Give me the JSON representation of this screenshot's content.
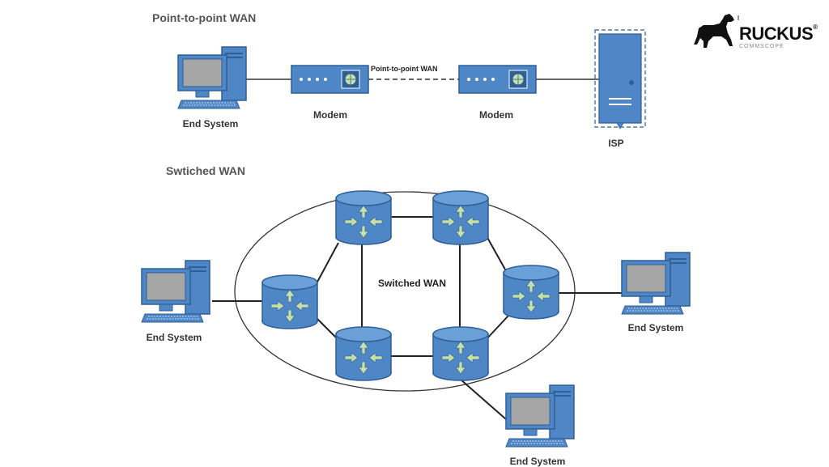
{
  "point_to_point": {
    "title": "Point-to-point WAN",
    "end_system_label": "End System",
    "modem_left_label": "Modem",
    "modem_right_label": "Modem",
    "link_label": "Point-to-point WAN",
    "isp_label": "ISP"
  },
  "switched": {
    "title": "Swtiched WAN",
    "center_label": "Switched WAN",
    "end_system_left": "End System",
    "end_system_right": "End System",
    "end_system_bottom": "End System"
  },
  "logo": {
    "word": "RUCKUS",
    "registered": "®",
    "sub": "COMMSCOPE"
  },
  "colors": {
    "device_blue": "#4e86c6",
    "device_dark": "#2e5f96",
    "screen_gray": "#a6a6a6",
    "arrow_green": "#c6e0a8"
  }
}
